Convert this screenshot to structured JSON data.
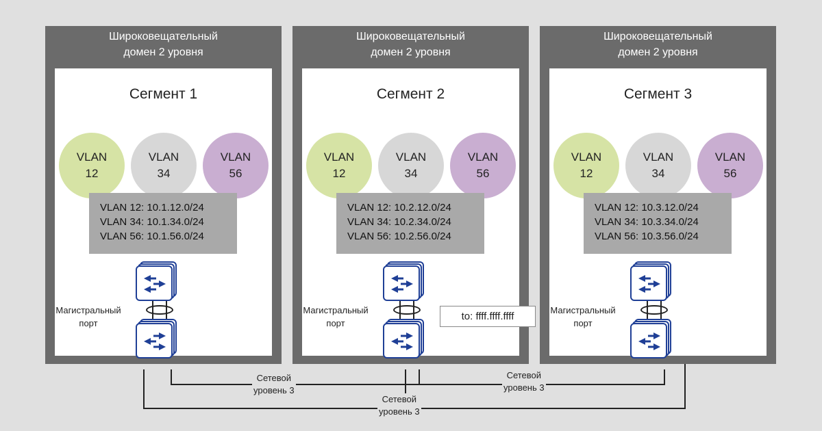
{
  "domains": [
    {
      "header_line1": "Широковещательный",
      "header_line2": "домен 2 уровня",
      "segment": "Сегмент 1",
      "vlans": [
        {
          "line1": "VLAN",
          "line2": "12",
          "color": "#d6e3a5"
        },
        {
          "line1": "VLAN",
          "line2": "34",
          "color": "#d7d7d7"
        },
        {
          "line1": "VLAN",
          "line2": "56",
          "color": "#c9aed1"
        }
      ],
      "subnets": [
        "VLAN 12:  10.1.12.0/24",
        "VLAN 34: 10.1.34.0/24",
        "VLAN 56: 10.1.56.0/24"
      ],
      "trunk_label_line1": "Магистральный",
      "trunk_label_line2": "порт"
    },
    {
      "header_line1": "Широковещательный",
      "header_line2": "домен 2 уровня",
      "segment": "Сегмент 2",
      "vlans": [
        {
          "line1": "VLAN",
          "line2": "12",
          "color": "#d6e3a5"
        },
        {
          "line1": "VLAN",
          "line2": "34",
          "color": "#d7d7d7"
        },
        {
          "line1": "VLAN",
          "line2": "56",
          "color": "#c9aed1"
        }
      ],
      "subnets": [
        "VLAN 12:  10.2.12.0/24",
        "VLAN 34: 10.2.34.0/24",
        "VLAN 56: 10.2.56.0/24"
      ],
      "trunk_label_line1": "Магистральный",
      "trunk_label_line2": "порт"
    },
    {
      "header_line1": "Широковещательный",
      "header_line2": "домен 2 уровня",
      "segment": "Сегмент 3",
      "vlans": [
        {
          "line1": "VLAN",
          "line2": "12",
          "color": "#d6e3a5"
        },
        {
          "line1": "VLAN",
          "line2": "34",
          "color": "#d7d7d7"
        },
        {
          "line1": "VLAN",
          "line2": "56",
          "color": "#c9aed1"
        }
      ],
      "subnets": [
        "VLAN 12:  10.3.12.0/24",
        "VLAN 34: 10.3.34.0/24",
        "VLAN 56: 10.3.56.0/24"
      ],
      "trunk_label_line1": "Магистральный",
      "trunk_label_line2": "порт"
    }
  ],
  "broadcast_frame": "to: ffff.ffff.ffff",
  "l3_links": [
    {
      "line1": "Сетевой",
      "line2": "уровень 3"
    },
    {
      "line1": "Сетевой",
      "line2": "уровень 3"
    },
    {
      "line1": "Сетевой",
      "line2": "уровень 3"
    }
  ],
  "colors": {
    "background": "#e0e0e0",
    "domain": "#6b6b6b",
    "switch_stroke": "#1f3f96",
    "subnet_box": "#a9a9a9"
  }
}
